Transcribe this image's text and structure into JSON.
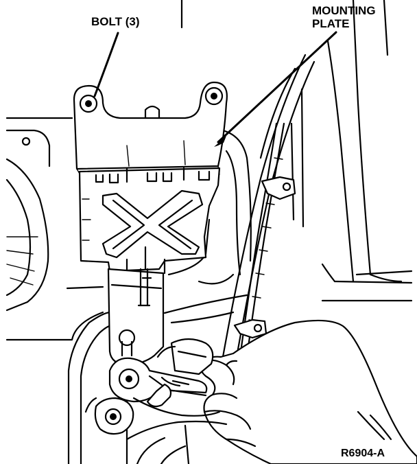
{
  "labels": {
    "bolt": "BOLT (3)",
    "mounting_plate_line1": "MOUNTING",
    "mounting_plate_line2": "PLATE",
    "figure_id": "R6904-A"
  }
}
